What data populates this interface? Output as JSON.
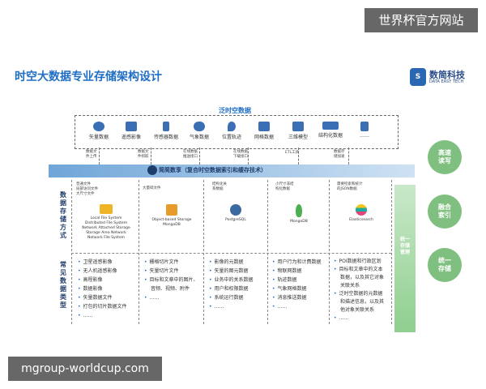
{
  "watermark_top": "世界杯官方网站",
  "watermark_bottom": "mgroup-worldcup.com",
  "title": "时空大数据专业存储架构设计",
  "logo": {
    "name": "数简科技",
    "sub": "DATA EASY TECH",
    "mark": "S"
  },
  "source_title": "泛时空数据",
  "sources": [
    {
      "label": "矢量数据",
      "icon": "globe-icon"
    },
    {
      "label": "遥感影像",
      "icon": "image-icon"
    },
    {
      "label": "传感器数据",
      "icon": "sensor-icon"
    },
    {
      "label": "气象数据",
      "icon": "cloud-icon"
    },
    {
      "label": "位置轨迹",
      "icon": "location-icon"
    },
    {
      "label": "网格数据",
      "icon": "grid-icon"
    },
    {
      "label": "三维模型",
      "icon": "cube-icon"
    },
    {
      "label": "结构化数据",
      "icon": "structure-icon"
    },
    {
      "label": "……",
      "icon": "chart-icon"
    }
  ],
  "source_notes": [
    "数据文\n件上传",
    "数据文\n件抓取",
    "在线数据\n推送接口",
    "在线数据\n下载接口",
    "ETL工具",
    "数据存\n储加速"
  ],
  "index_bar": "简简数享（复合时空数据索引和缓存技术）",
  "storage_label": "数据存储方式",
  "types_label": "常见数据类型",
  "columns": [
    {
      "note": "普通文件\n局部访问文件\n大尺寸文件",
      "storage": "Local File System\nDistributed File System\nNetwork Attached Storage\nStorage Area Network\nNetwork File System",
      "icon": "folder-icon",
      "types": [
        "卫星遥感影像",
        "无人机遥感影像",
        "高程影像",
        "数据影像",
        "矢量数据文件",
        "打包的切片数据文件",
        "……"
      ]
    },
    {
      "note": "大量碎文件",
      "storage": "Object-based Storage\nMongoDB",
      "icon": "object-storage-icon",
      "types": [
        "栅格切片文件",
        "矢量切片文件",
        "目标和文章中的图片、",
        "音频、视频、附件",
        "……"
      ]
    },
    {
      "note": "结构化关\n系数据",
      "storage": "PostgreSQL",
      "icon": "postgresql-icon",
      "types": [
        "影像的元数据",
        "矢量的图元数据",
        "业务中的关系数据",
        "用户和权限数据",
        "系统运行数据",
        "……"
      ]
    },
    {
      "note": "小尺寸非结\n构化数据",
      "storage": "MongoDB",
      "icon": "mongodb-icon",
      "types": [
        "用户行为和计费数据",
        "物联网数据",
        "轨迹数据",
        "气象网格数据",
        "消息推送数据",
        "……"
      ]
    },
    {
      "note": "需要检索和统计\n的JSON数据",
      "storage": "Elasticsearch",
      "icon": "elasticsearch-icon",
      "types": [
        "POI数据和行政区划",
        "目标和文章中的文本",
        "数据，以及其它对象",
        "关联关系",
        "泛时空数据的元数据",
        "和描述信息，以及其",
        "他对象关联关系",
        "……"
      ]
    }
  ],
  "unified_label": "统一存储管理",
  "circles": [
    "高速\n读写",
    "融合\n索引",
    "统一\n存储"
  ],
  "colors": {
    "blue": "#1f6ec4",
    "green": "#7fbf7f",
    "dark": "#1f3d6b"
  }
}
